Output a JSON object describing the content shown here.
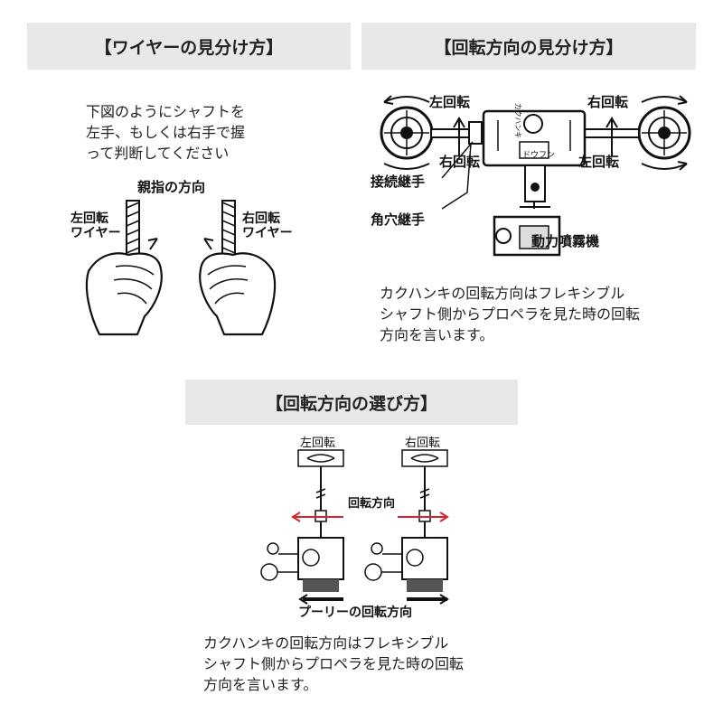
{
  "sections": {
    "wire": {
      "title": "【ワイヤーの見分け方】",
      "instruction": "下図のようにシャフトを\n左手、もしくは右手で握\nって判断してください",
      "thumb_direction": "親指の方向",
      "left_label_1": "左回転",
      "left_label_2": "ワイヤー",
      "right_label_1": "右回転",
      "right_label_2": "ワイヤー"
    },
    "rotation": {
      "title": "【回転方向の見分け方】",
      "left_rot_top": "左回転",
      "right_rot_top": "右回転",
      "right_rot_bottom": "右回転",
      "left_rot_bottom": "左回転",
      "joint": "接続継手",
      "square_joint": "角穴継手",
      "sprayer": "動力噴霧機",
      "down_label": "ドウフン",
      "kakuhanki_label": "カクハンキ",
      "note": "カクハンキの回転方向はフレキシブル\nシャフト側からプロペラを見た時の回転\n方向を言います。"
    },
    "select": {
      "title": "【回転方向の選び方】",
      "left_rot": "左回転",
      "right_rot": "右回転",
      "rotation_direction": "回転方向",
      "pulley_direction": "プーリーの回転方向",
      "note": "カクハンキの回転方向はフレキシブル\nシャフト側からプロペラを見た時の回転\n方向を言います。"
    }
  },
  "colors": {
    "header_bg": "#e8e8e8",
    "arrow_red": "#d9232e",
    "ink": "#111111"
  }
}
